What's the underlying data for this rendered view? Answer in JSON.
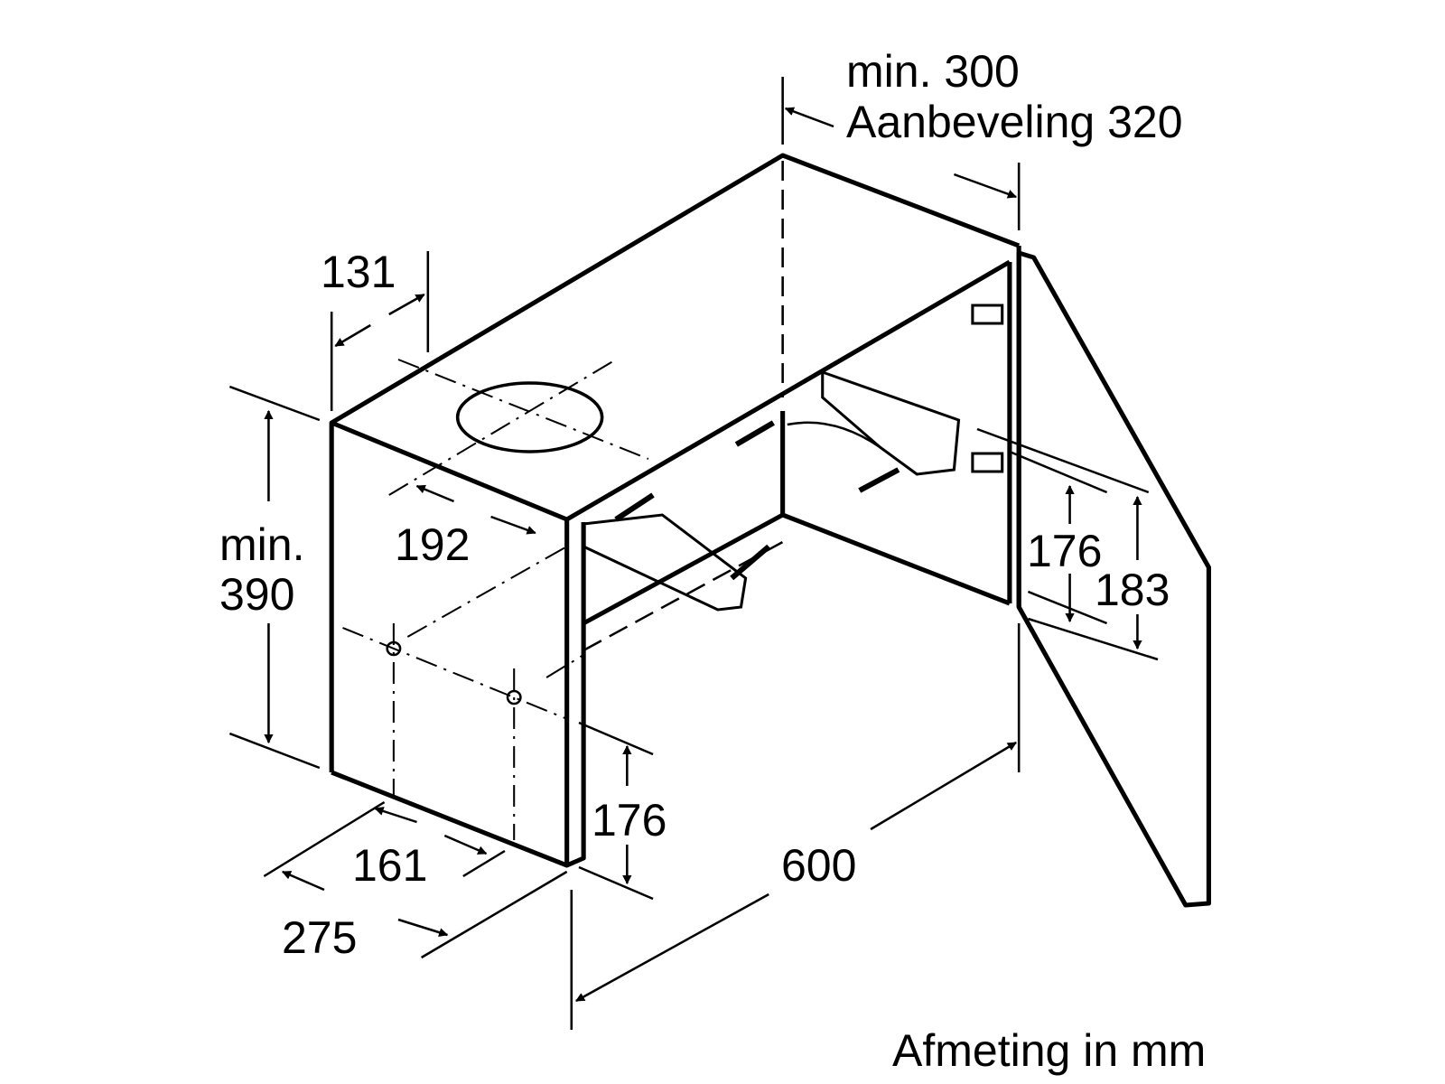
{
  "title": "Afmeting in mm",
  "dimensions": {
    "top_width_line1": "min. 300",
    "top_width_line2": "Aanbeveling 320",
    "depth_offset": "131",
    "height_line1": "min.",
    "height_line2": "390",
    "duct_offset": "192",
    "side_hole_spacing": "161",
    "side_depth": "275",
    "side_bottom_height": "176",
    "width": "600",
    "door_hinge_176": "176",
    "door_hinge_183": "183"
  }
}
